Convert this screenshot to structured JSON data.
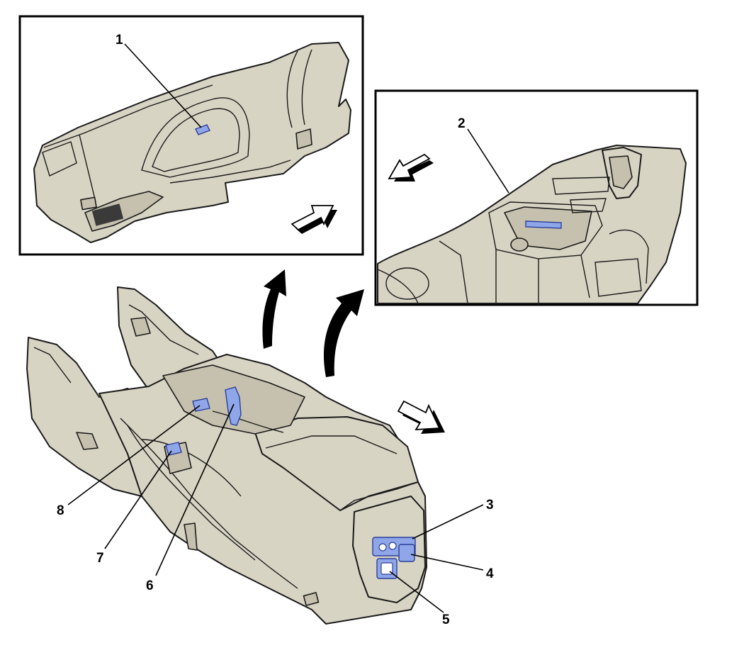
{
  "callouts": {
    "c1": "1",
    "c2": "2",
    "c3": "3",
    "c4": "4",
    "c5": "5",
    "c6": "6",
    "c7": "7",
    "c8": "8"
  },
  "colors": {
    "housing": "#d8d4c4",
    "highlight": "#8fa6e8",
    "outline": "#1a1a1a"
  },
  "icons": {
    "direction_arrow": "forward-direction-arrow-icon",
    "detail_arrow": "curved-detail-arrow-icon"
  }
}
